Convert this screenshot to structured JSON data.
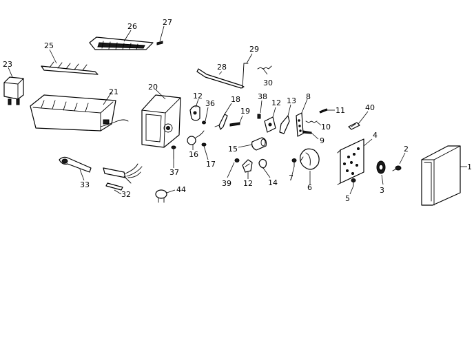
{
  "callouts": {
    "c1": "1",
    "c2": "2",
    "c3": "3",
    "c4": "4",
    "c5": "5",
    "c6": "6",
    "c7": "7",
    "c8": "8",
    "c9": "9",
    "c10": "10",
    "c11": "11",
    "c12a": "12",
    "c12b": "12",
    "c12c": "12",
    "c13": "13",
    "c14": "14",
    "c15": "15",
    "c16": "16",
    "c17": "17",
    "c18": "18",
    "c19": "19",
    "c20": "20",
    "c21": "21",
    "c23": "23",
    "c25": "25",
    "c26": "26",
    "c27": "27",
    "c28": "28",
    "c29": "29",
    "c30": "30",
    "c32": "32",
    "c33": "33",
    "c36": "36",
    "c37": "37",
    "c38": "38",
    "c39": "39",
    "c40": "40",
    "c44": "44"
  },
  "colors": {
    "line": "#000000",
    "background": "#ffffff"
  }
}
